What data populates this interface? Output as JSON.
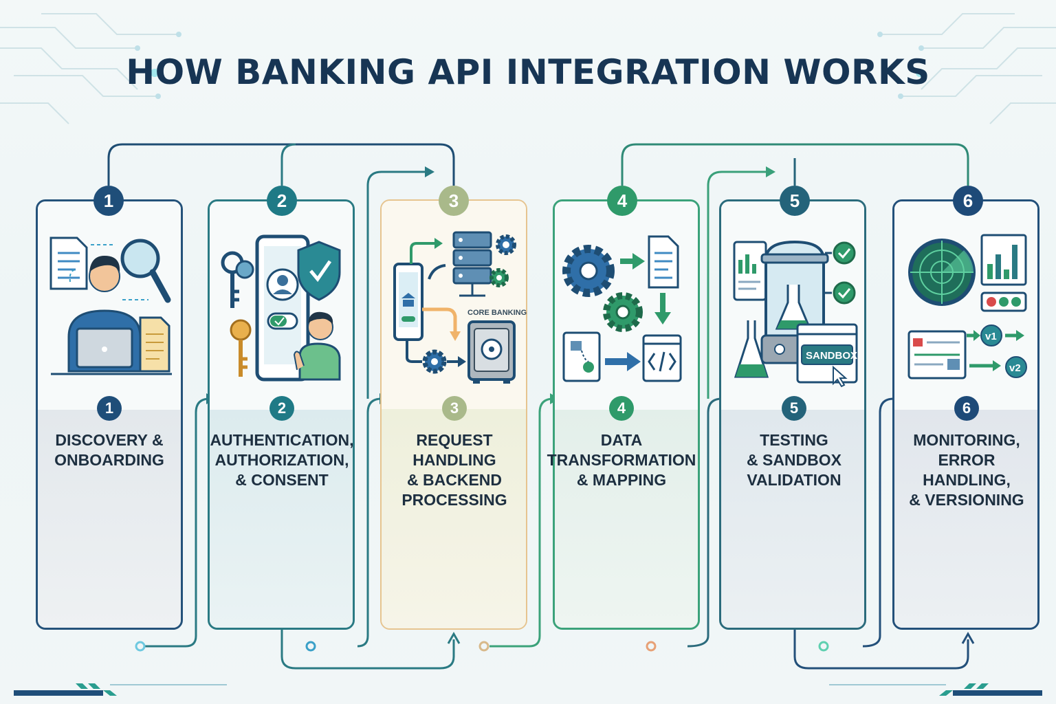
{
  "title": "HOW BANKING API INTEGRATION WORKS",
  "steps": [
    {
      "number": "1",
      "label": "DISCOVERY &\nONBOARDING",
      "color": "#1f4e79"
    },
    {
      "number": "2",
      "label": "AUTHENTICATION,\nAUTHORIZATION,\n& CONSENT",
      "color": "#1f7a86"
    },
    {
      "number": "3",
      "label": "REQUEST HANDLING\n& BACKEND\nPROCESSING",
      "color": "#a9b98a"
    },
    {
      "number": "4",
      "label": "DATA\nTRANSFORMATION\n& MAPPING",
      "color": "#2f9a6a"
    },
    {
      "number": "5",
      "label": "TESTING\n& SANDBOX\nVALIDATION",
      "color": "#24637a"
    },
    {
      "number": "6",
      "label": "MONITORING, ERROR\nHANDLING,\n& VERSIONING",
      "color": "#1e4a78"
    }
  ],
  "icon_texts": {
    "core_banking": "CORE BANKING",
    "sandbox": "SANDBOX",
    "v1": "v1",
    "v2": "v2"
  },
  "icons": {
    "step1": [
      "document-icon",
      "developer-with-laptop-icon",
      "magnifier-icon",
      "notes-icon"
    ],
    "step2": [
      "keys-icon",
      "smartphone-user-icon",
      "shield-check-icon",
      "toggle-icon",
      "person-icon"
    ],
    "step3": [
      "mobile-bank-icon",
      "server-stack-icon",
      "gear-icon",
      "vault-icon"
    ],
    "step4": [
      "gears-icon",
      "document-icon",
      "mapping-icon",
      "code-window-icon"
    ],
    "step5": [
      "dashboard-icon",
      "flask-icon",
      "checkmark-icon",
      "sandbox-window-icon"
    ],
    "step6": [
      "radar-icon",
      "bar-chart-icon",
      "status-lights-icon",
      "version-flow-icon"
    ]
  }
}
